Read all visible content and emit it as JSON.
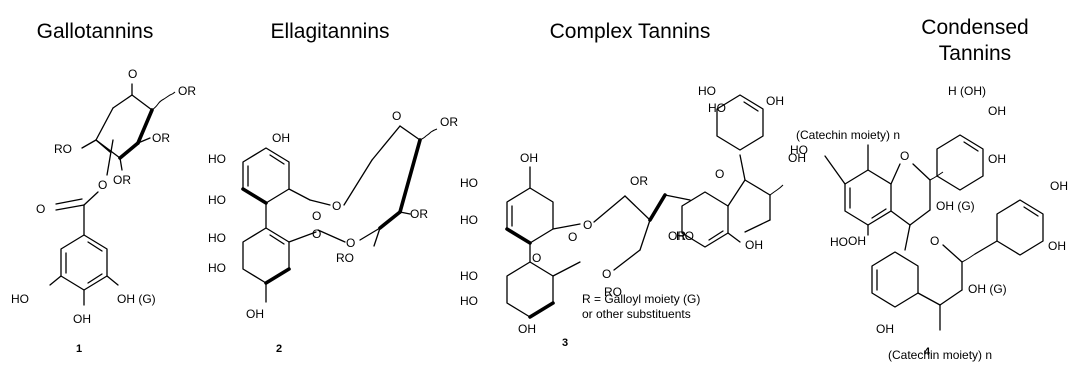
{
  "panels": [
    {
      "title": "Gallotannins",
      "number": "1"
    },
    {
      "title": "Ellagitannins",
      "number": "2"
    },
    {
      "title": "Complex Tannins",
      "number": "3"
    },
    {
      "title_line1": "Condensed",
      "title_line2": "Tannins",
      "number": "4"
    }
  ],
  "labels": {
    "O": "O",
    "OR": "OR",
    "RO": "RO",
    "HO": "HO",
    "OH": "OH",
    "OH_G": "OH (G)",
    "H_OH": "H (OH)",
    "catechin": "(Catechin moiety) n"
  },
  "note": {
    "line1": "R = Galloyl moiety (G)",
    "line2": "or other substituents"
  }
}
